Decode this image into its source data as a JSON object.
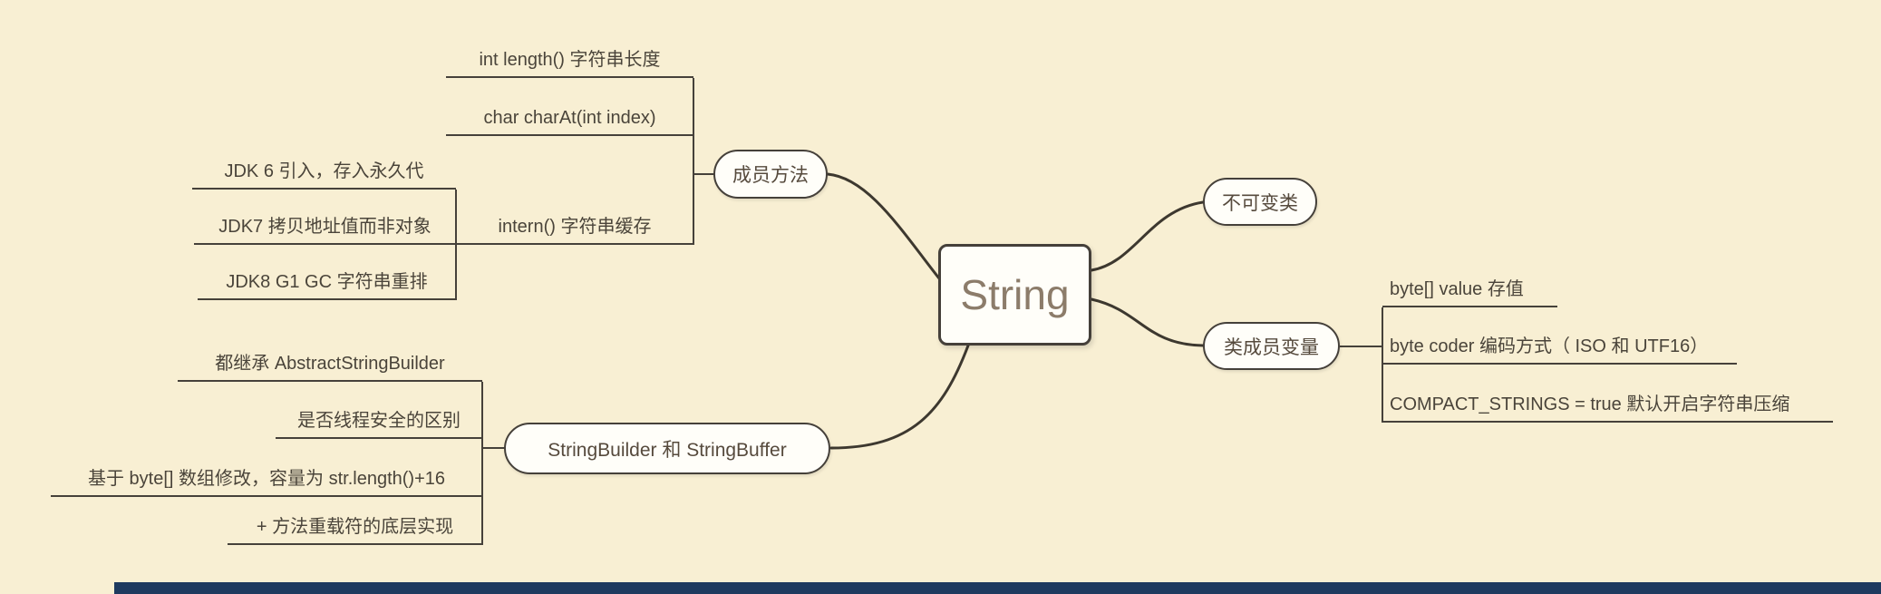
{
  "colors": {
    "background": "#f8efd3",
    "line": "#46413a",
    "node_border": "#45403a",
    "node_fill": "#fffef9",
    "root_text": "#8c7c6a",
    "bottom_bar": "#1e3a5f"
  },
  "root": {
    "label": "String"
  },
  "branches": {
    "member_methods": {
      "label": "成员方法",
      "children": {
        "length": {
          "label": "int length() 字符串长度"
        },
        "charAt": {
          "label": "char charAt(int index)"
        },
        "intern": {
          "label": "intern() 字符串缓存",
          "children": {
            "jdk6": {
              "label": "JDK 6 引入，存入永久代"
            },
            "jdk7": {
              "label": "JDK7 拷贝地址值而非对象"
            },
            "jdk8": {
              "label": "JDK8 G1 GC 字符串重排"
            }
          }
        }
      }
    },
    "immutable": {
      "label": "不可变类"
    },
    "class_members": {
      "label": "类成员变量",
      "children": {
        "value": {
          "label": "byte[] value 存值"
        },
        "coder": {
          "label": "byte coder 编码方式（ ISO 和 UTF16）"
        },
        "compact": {
          "label": "COMPACT_STRINGS = true 默认开启字符串压缩"
        }
      }
    },
    "builders": {
      "label": "StringBuilder 和 StringBuffer",
      "children": {
        "inherit": {
          "label": "都继承 AbstractStringBuilder"
        },
        "threadsafe": {
          "label": "是否线程安全的区别"
        },
        "capacity": {
          "label": "基于 byte[] 数组修改，容量为 str.length()+16"
        },
        "plus": {
          "label": "+ 方法重载符的底层实现"
        }
      }
    }
  }
}
